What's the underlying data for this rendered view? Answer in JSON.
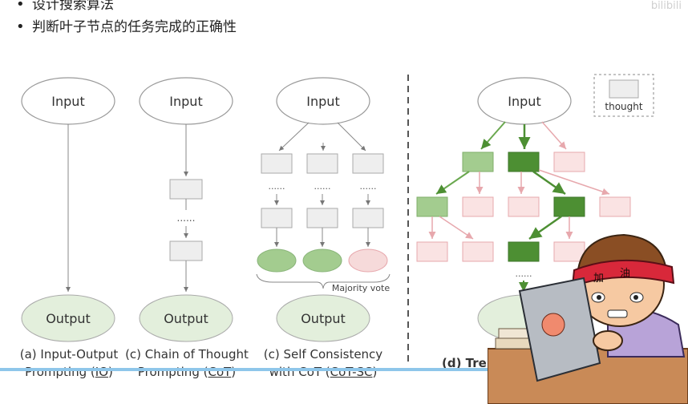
{
  "bullets": [
    {
      "text": "设计搜索算法"
    },
    {
      "text": "判断叶子节点的任务完成的正确性"
    }
  ],
  "watermark": "bilibili",
  "diagram": {
    "node_input": "Input",
    "node_output": "Output",
    "dots": "......",
    "majority_vote": "Majority vote",
    "legend_thought": "thought",
    "captions": {
      "io_line1": "(a) Input-Output",
      "io_line2_prefix": "Prompting (",
      "io_abbr": "IO",
      "io_line2_suffix": ")",
      "cot_line1": "(c) Chain of Thought",
      "cot_line2_prefix": "Prompting (",
      "cot_abbr": "CoT",
      "cot_line2_suffix": ")",
      "sc_line1": "(c) Self Consistency",
      "sc_line2_prefix": "with CoT (",
      "sc_abbr": "CoT-SC",
      "sc_line2_suffix": ")",
      "tot_partial": "(d) Tre"
    }
  },
  "mascot": {
    "headband_text_1": "加",
    "headband_text_2": "油"
  },
  "colors": {
    "node_fill": "#e3efdc",
    "thought_fill": "#eeeeee",
    "green_light": "#a3cc8f",
    "green_dark": "#4d8f33",
    "pink": "#f6dada",
    "pink_edge": "#e7a8ad",
    "bar": "#8ec6ea",
    "headband": "#d8283a"
  }
}
